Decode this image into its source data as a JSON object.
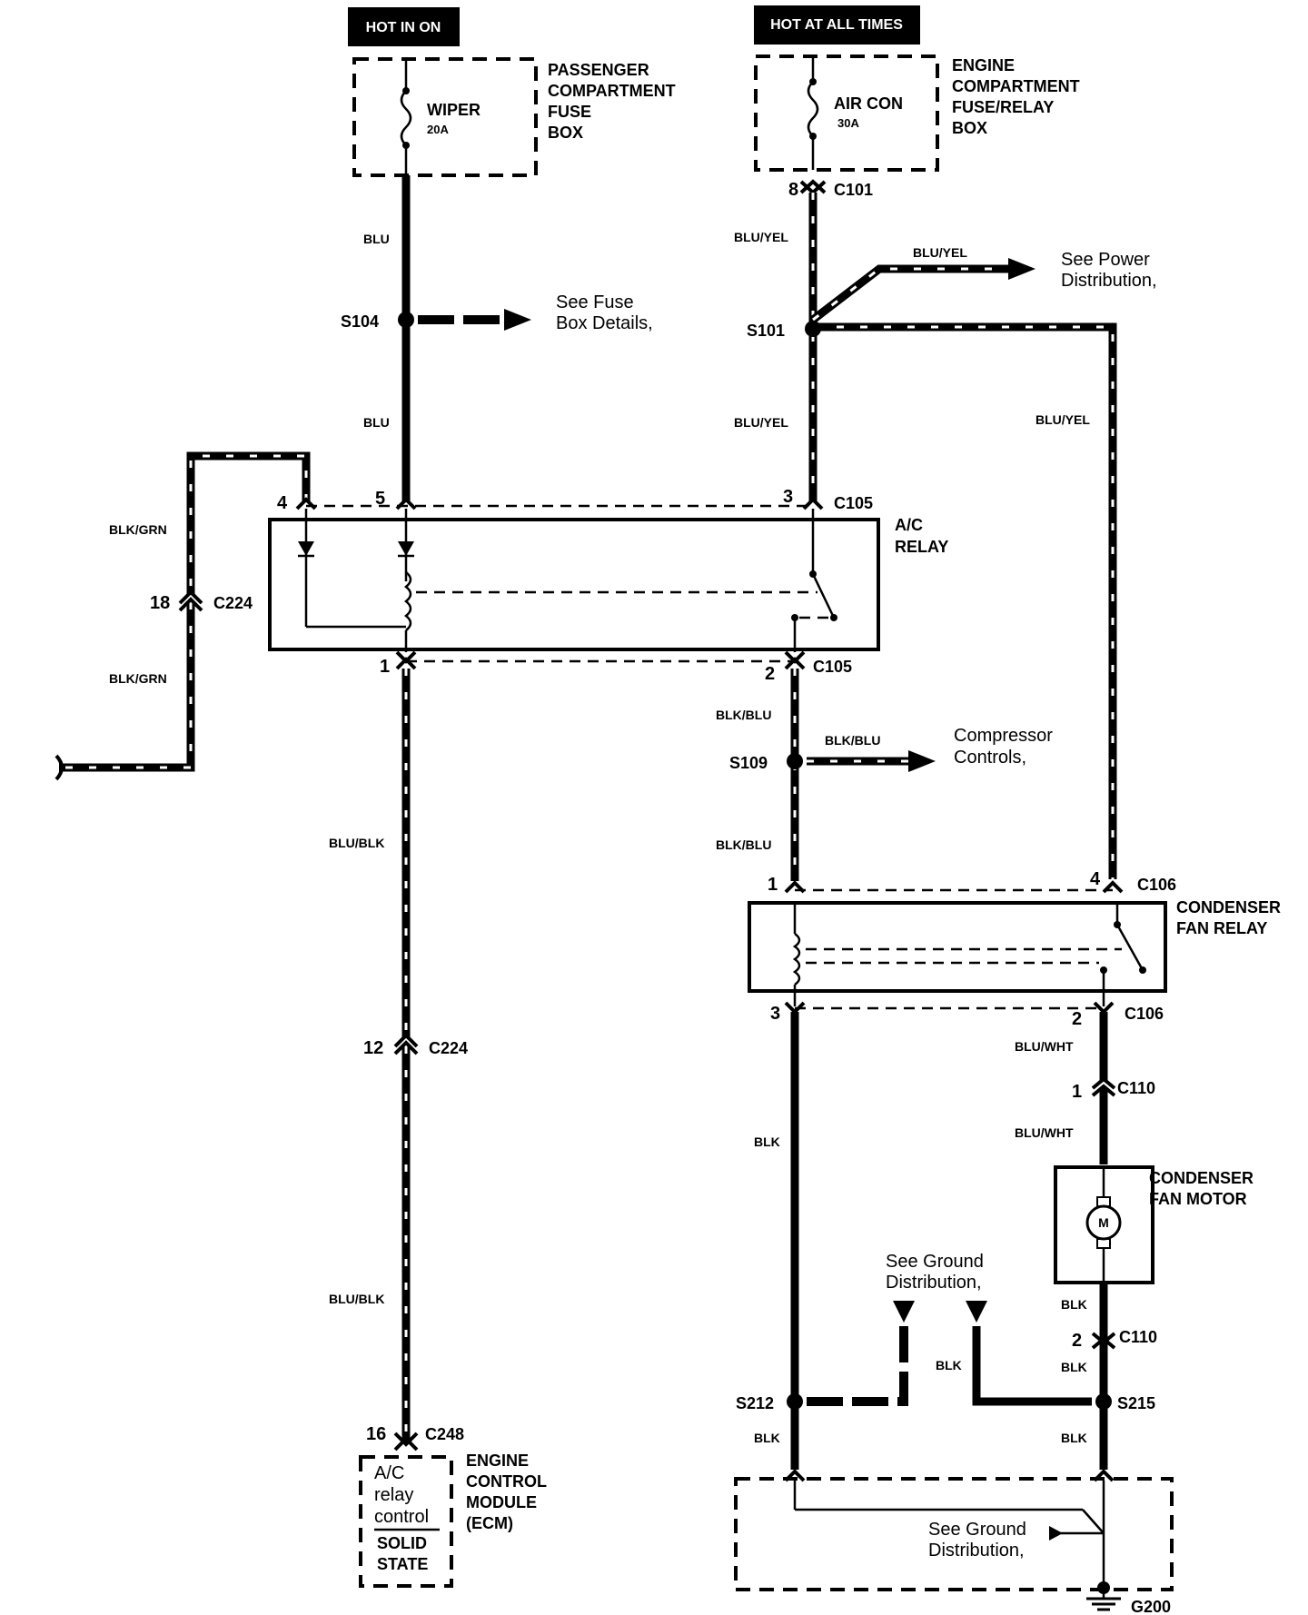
{
  "power": {
    "hot_in_on": "HOT IN ON",
    "hot_at_all_times": "HOT AT ALL TIMES"
  },
  "fuses": {
    "wiper_name": "WIPER",
    "wiper_rating": "20A",
    "aircon_name": "AIR CON",
    "aircon_rating": "30A"
  },
  "components": {
    "pass_box_l1": "PASSENGER",
    "pass_box_l2": "COMPARTMENT",
    "pass_box_l3": "FUSE",
    "pass_box_l4": "BOX",
    "eng_box_l1": "ENGINE",
    "eng_box_l2": "COMPARTMENT",
    "eng_box_l3": "FUSE/RELAY",
    "eng_box_l4": "BOX",
    "ac_relay_l1": "A/C",
    "ac_relay_l2": "RELAY",
    "cond_relay_l1": "CONDENSER",
    "cond_relay_l2": "FAN RELAY",
    "cond_motor_l1": "CONDENSER",
    "cond_motor_l2": "FAN MOTOR",
    "motor_symbol": "M",
    "ecm_l1": "ENGINE",
    "ecm_l2": "CONTROL",
    "ecm_l3": "MODULE",
    "ecm_l4": "(ECM)",
    "ecm_in_l1": "A/C",
    "ecm_in_l2": "relay",
    "ecm_in_l3": "control",
    "ecm_in_l4": "SOLID",
    "ecm_in_l5": "STATE"
  },
  "wires": {
    "blu": "BLU",
    "blu_yel": "BLU/YEL",
    "blk_grn": "BLK/GRN",
    "blu_blk": "BLU/BLK",
    "blk_blu": "BLK/BLU",
    "blu_wht": "BLU/WHT",
    "blk": "BLK"
  },
  "connectors": {
    "c101": "C101",
    "c105": "C105",
    "c106": "C106",
    "c110": "C110",
    "c224": "C224",
    "c248": "C248",
    "g200": "G200"
  },
  "splices": {
    "s104": "S104",
    "s101": "S101",
    "s109": "S109",
    "s212": "S212",
    "s215": "S215"
  },
  "pins": {
    "p8": "8",
    "p4": "4",
    "p5": "5",
    "p3": "3",
    "p1": "1",
    "p2": "2",
    "p18": "18",
    "p12": "12",
    "p16": "16"
  },
  "notes": {
    "fuse_details_l1": "See Fuse",
    "fuse_details_l2": "Box Details,",
    "power_dist_l1": "See Power",
    "power_dist_l2": "Distribution,",
    "compressor_l1": "Compressor",
    "compressor_l2": "Controls,",
    "ground_dist_l1": "See Ground",
    "ground_dist_l2": "Distribution,"
  }
}
